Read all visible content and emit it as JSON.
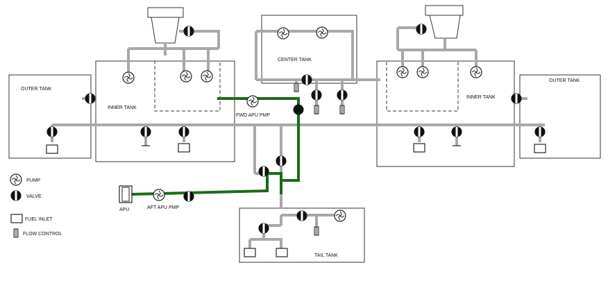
{
  "labels": {
    "outer_tank_left": "OUTER TANK",
    "inner_tank_left": "INNER TANK",
    "center_tank": "CENTER TANK",
    "inner_tank_right": "INNER TANK",
    "outer_tank_right": "OUTER TANK",
    "fwd_apu_pmp": "FWD APU PMP",
    "aft_apu_pmp": "AFT APU PMP",
    "apu": "APU",
    "tail_tank": "TAIL TANK"
  },
  "legend": {
    "pump": "PUMP",
    "valve": "VALVE",
    "fuel_inlet": "FUEL INLET",
    "flow_control": "FLOW CONTROL"
  },
  "colors": {
    "apu_feed_line": "#1a6b1a",
    "pipe": "#a8a8a8",
    "outline": "#222222"
  }
}
